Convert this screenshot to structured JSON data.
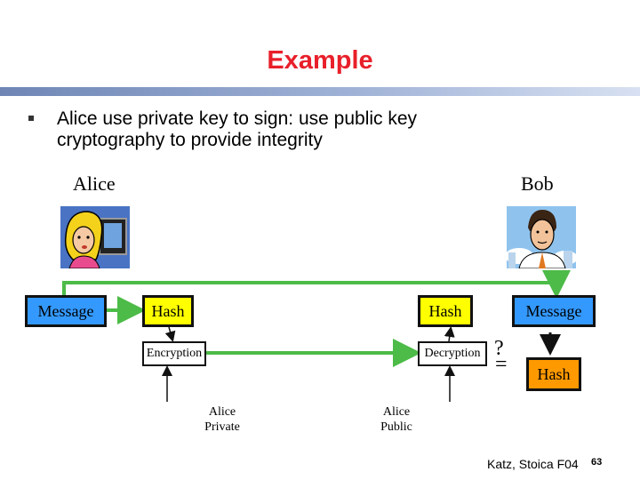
{
  "slide": {
    "title": "Example",
    "bullet": "Alice use private key to sign: use public key cryptography to provide integrity",
    "footer": "Katz, Stoica F04",
    "page_number": "63"
  },
  "diagram": {
    "alice_label": "Alice",
    "bob_label": "Bob",
    "alice_message": "Message",
    "alice_hash": "Hash",
    "encryption": "Encryption",
    "decryption": "Decryption",
    "recovered_hash": "Hash",
    "bob_message": "Message",
    "bob_hash": "Hash",
    "question_mark": "?",
    "equals_mark": "=",
    "alice_private_key": "Alice\nPrivate",
    "alice_public_key": "Alice\nPublic",
    "colors": {
      "title": "#e8202a",
      "flow_line": "#4cbb47",
      "message_box": "#3399ff",
      "hash_box": "#ffff00",
      "bob_hash_box": "#ff9900"
    }
  }
}
